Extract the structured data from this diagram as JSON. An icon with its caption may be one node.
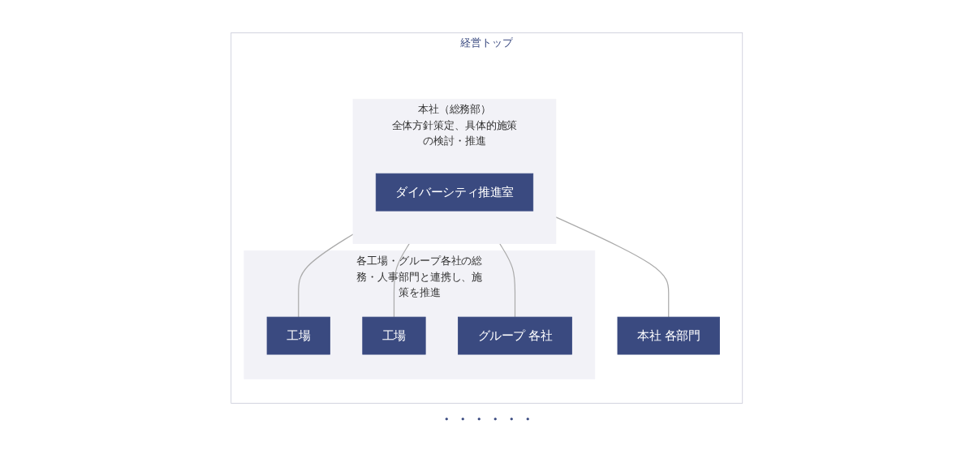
{
  "diagram": {
    "nodes": [
      {
        "text": [
          "経営トップ"
        ]
      },
      {
        "text": [
          "本社（総務部）"
        ],
        "in": 0,
        "beside": [
          "全体方針策定、具体的施策の検討・推進"
        ]
      },
      {
        "text": [
          "ダイバーシティ推進室"
        ],
        "in": 1
      },
      {
        "text": [
          "本社 各部門"
        ],
        "in": 0
      },
      {
        "text": [],
        "shape": "box",
        "in": 0,
        "beside": [
          "各工場・グループ各社の総務・人事部門と連携し、施策を推進"
        ]
      },
      {
        "text": [
          "工場"
        ],
        "in": 4
      },
      {
        "text": [
          "工場"
        ],
        "in": 4
      },
      {
        "text": [
          "グループ 各社"
        ],
        "in": 4
      }
    ],
    "edges": [
      {
        "from": 1,
        "to": 3,
        "arrow": "none"
      },
      {
        "from": 1,
        "to": 5,
        "arrow": "none"
      },
      {
        "from": 1,
        "to": 6,
        "arrow": "none"
      },
      {
        "from": 1,
        "to": 7,
        "arrow": "none"
      }
    ],
    "labels": [
      "・・・・・・"
    ]
  }
}
